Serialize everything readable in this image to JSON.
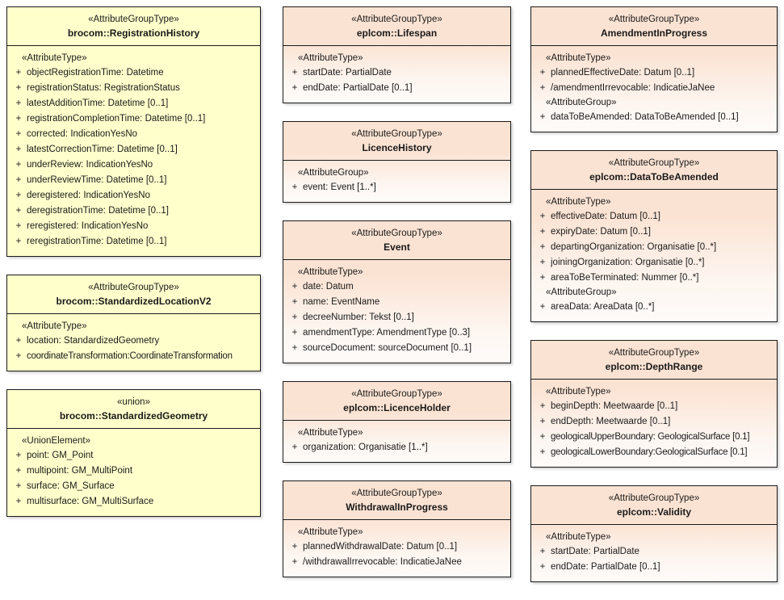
{
  "diagram": {
    "kind": "uml-class-diagram",
    "background": "#ffffff",
    "palette": {
      "yellow_fill": "#ffffcc",
      "peach_fill": "#fbe3d3",
      "peach_fill_bottom": "#fefbf9",
      "border": "#1a1a1a",
      "text": "#1a1a1a"
    },
    "visibility_public": "+"
  },
  "columns": [
    {
      "id": "column-left",
      "classes": [
        {
          "id": "brocom-registrationhistory",
          "theme": "yellow",
          "stereotype": "«AttributeGroupType»",
          "name": "brocom::RegistrationHistory",
          "compartments": [
            {
              "label": "«AttributeType»",
              "attributes": [
                {
                  "vis": "+",
                  "text": "objectRegistrationTime: Datetime"
                },
                {
                  "vis": "+",
                  "text": "registrationStatus: RegistrationStatus"
                },
                {
                  "vis": "+",
                  "text": "latestAdditionTime: Datetime [0..1]"
                },
                {
                  "vis": "+",
                  "text": "registrationCompletionTime: Datetime [0..1]"
                },
                {
                  "vis": "+",
                  "text": "corrected: IndicationYesNo"
                },
                {
                  "vis": "+",
                  "text": "latestCorrectionTime: Datetime [0..1]"
                },
                {
                  "vis": "+",
                  "text": "underReview: IndicationYesNo"
                },
                {
                  "vis": "+",
                  "text": "underReviewTime: Datetime [0..1]"
                },
                {
                  "vis": "+",
                  "text": "deregistered: IndicationYesNo"
                },
                {
                  "vis": "+",
                  "text": "deregistrationTime: Datetime [0..1]"
                },
                {
                  "vis": "+",
                  "text": "reregistered: IndicationYesNo"
                },
                {
                  "vis": "+",
                  "text": "reregistrationTime: Datetime [0..1]"
                }
              ]
            }
          ]
        },
        {
          "id": "brocom-standardizedlocationv2",
          "theme": "yellow",
          "stereotype": "«AttributeGroupType»",
          "name": "brocom::StandardizedLocationV2",
          "compartments": [
            {
              "label": "«AttributeType»",
              "attributes": [
                {
                  "vis": "+",
                  "text": "location: StandardizedGeometry"
                },
                {
                  "vis": "+",
                  "text": "coordinateTransformation:CoordinateTransformation",
                  "tight": true
                }
              ]
            }
          ]
        },
        {
          "id": "brocom-standardizedgeometry",
          "theme": "yellow",
          "stereotype": "«union»",
          "name": "brocom::StandardizedGeometry",
          "compartments": [
            {
              "label": "«UnionElement»",
              "attributes": [
                {
                  "vis": "+",
                  "text": "point: GM_Point"
                },
                {
                  "vis": "+",
                  "text": "multipoint: GM_MultiPoint"
                },
                {
                  "vis": "+",
                  "text": "surface: GM_Surface"
                },
                {
                  "vis": "+",
                  "text": "multisurface: GM_MultiSurface"
                }
              ]
            }
          ]
        }
      ]
    },
    {
      "id": "column-middle",
      "classes": [
        {
          "id": "eplcom-lifespan",
          "theme": "peach",
          "stereotype": "«AttributeGroupType»",
          "name": "eplcom::Lifespan",
          "compartments": [
            {
              "label": "«AttributeType»",
              "attributes": [
                {
                  "vis": "+",
                  "text": "startDate: PartialDate"
                },
                {
                  "vis": "+",
                  "text": "endDate: PartialDate [0..1]"
                }
              ]
            }
          ]
        },
        {
          "id": "licencehistory",
          "theme": "peach",
          "stereotype": "«AttributeGroupType»",
          "name": "LicenceHistory",
          "compartments": [
            {
              "label": "«AttributeGroup»",
              "attributes": [
                {
                  "vis": "+",
                  "text": "event: Event [1..*]"
                }
              ]
            }
          ]
        },
        {
          "id": "event",
          "theme": "peach",
          "stereotype": "«AttributeGroupType»",
          "name": "Event",
          "compartments": [
            {
              "label": "«AttributeType»",
              "attributes": [
                {
                  "vis": "+",
                  "text": "date: Datum"
                },
                {
                  "vis": "+",
                  "text": "name: EventName"
                },
                {
                  "vis": "+",
                  "text": "decreeNumber: Tekst [0..1]"
                },
                {
                  "vis": "+",
                  "text": "amendmentType: AmendmentType [0..3]"
                },
                {
                  "vis": "+",
                  "text": "sourceDocument: sourceDocument [0..1]"
                }
              ]
            }
          ]
        },
        {
          "id": "eplcom-licenceholder",
          "theme": "peach",
          "stereotype": "«AttributeGroupType»",
          "name": "eplcom::LicenceHolder",
          "compartments": [
            {
              "label": "«AttributeType»",
              "attributes": [
                {
                  "vis": "+",
                  "text": "organization: Organisatie [1..*]"
                }
              ]
            }
          ]
        },
        {
          "id": "withdrawalinprogress",
          "theme": "peach",
          "stereotype": "«AttributeGroupType»",
          "name": "WithdrawalInProgress",
          "compartments": [
            {
              "label": "«AttributeType»",
              "attributes": [
                {
                  "vis": "+",
                  "text": "plannedWithdrawalDate: Datum [0..1]"
                },
                {
                  "vis": "+",
                  "text": "/withdrawalIrrevocable: IndicatieJaNee"
                }
              ]
            }
          ]
        }
      ]
    },
    {
      "id": "column-right",
      "classes": [
        {
          "id": "amendmentinprogress",
          "theme": "peach",
          "stereotype": "«AttributeGroupType»",
          "name": "AmendmentInProgress",
          "compartments": [
            {
              "label": "«AttributeType»",
              "attributes": [
                {
                  "vis": "+",
                  "text": "plannedEffectiveDate: Datum [0..1]"
                },
                {
                  "vis": "+",
                  "text": "/amendmentIrrevocable: IndicatieJaNee"
                }
              ]
            },
            {
              "label": "«AttributeGroup»",
              "attributes": [
                {
                  "vis": "+",
                  "text": "dataToBeAmended: DataToBeAmended [0..1]"
                }
              ]
            }
          ]
        },
        {
          "id": "eplcom-datatobeamended",
          "theme": "peach",
          "stereotype": "«AttributeGroupType»",
          "name": "eplcom::DataToBeAmended",
          "compartments": [
            {
              "label": "«AttributeType»",
              "attributes": [
                {
                  "vis": "+",
                  "text": "effectiveDate: Datum [0..1]"
                },
                {
                  "vis": "+",
                  "text": "expiryDate: Datum [0..1]"
                },
                {
                  "vis": "+",
                  "text": "departingOrganization: Organisatie [0..*]"
                },
                {
                  "vis": "+",
                  "text": "joiningOrganization: Organisatie [0..*]"
                },
                {
                  "vis": "+",
                  "text": "areaToBeTerminated: Nummer [0..*]"
                }
              ]
            },
            {
              "label": "«AttributeGroup»",
              "attributes": [
                {
                  "vis": "+",
                  "text": "areaData: AreaData [0..*]"
                }
              ]
            }
          ]
        },
        {
          "id": "eplcom-depthrange",
          "theme": "peach",
          "stereotype": "«AttributeGroupType»",
          "name": "eplcom::DepthRange",
          "compartments": [
            {
              "label": "«AttributeType»",
              "attributes": [
                {
                  "vis": "+",
                  "text": "beginDepth: Meetwaarde [0..1]"
                },
                {
                  "vis": "+",
                  "text": "endDepth: Meetwaarde [0..1]"
                },
                {
                  "vis": "+",
                  "text": "geologicalUpperBoundary: GeologicalSurface [0.1]",
                  "tight": true
                },
                {
                  "vis": "+",
                  "text": "geologicalLowerBoundary:GeologicalSurface [0.1]",
                  "tight": true
                }
              ]
            }
          ]
        },
        {
          "id": "eplcom-validity",
          "theme": "peach",
          "stereotype": "«AttributeGroupType»",
          "name": "eplcom::Validity",
          "compartments": [
            {
              "label": "«AttributeType»",
              "attributes": [
                {
                  "vis": "+",
                  "text": "startDate: PartialDate"
                },
                {
                  "vis": "+",
                  "text": "endDate: PartialDate [0..1]"
                }
              ]
            }
          ]
        }
      ]
    }
  ]
}
